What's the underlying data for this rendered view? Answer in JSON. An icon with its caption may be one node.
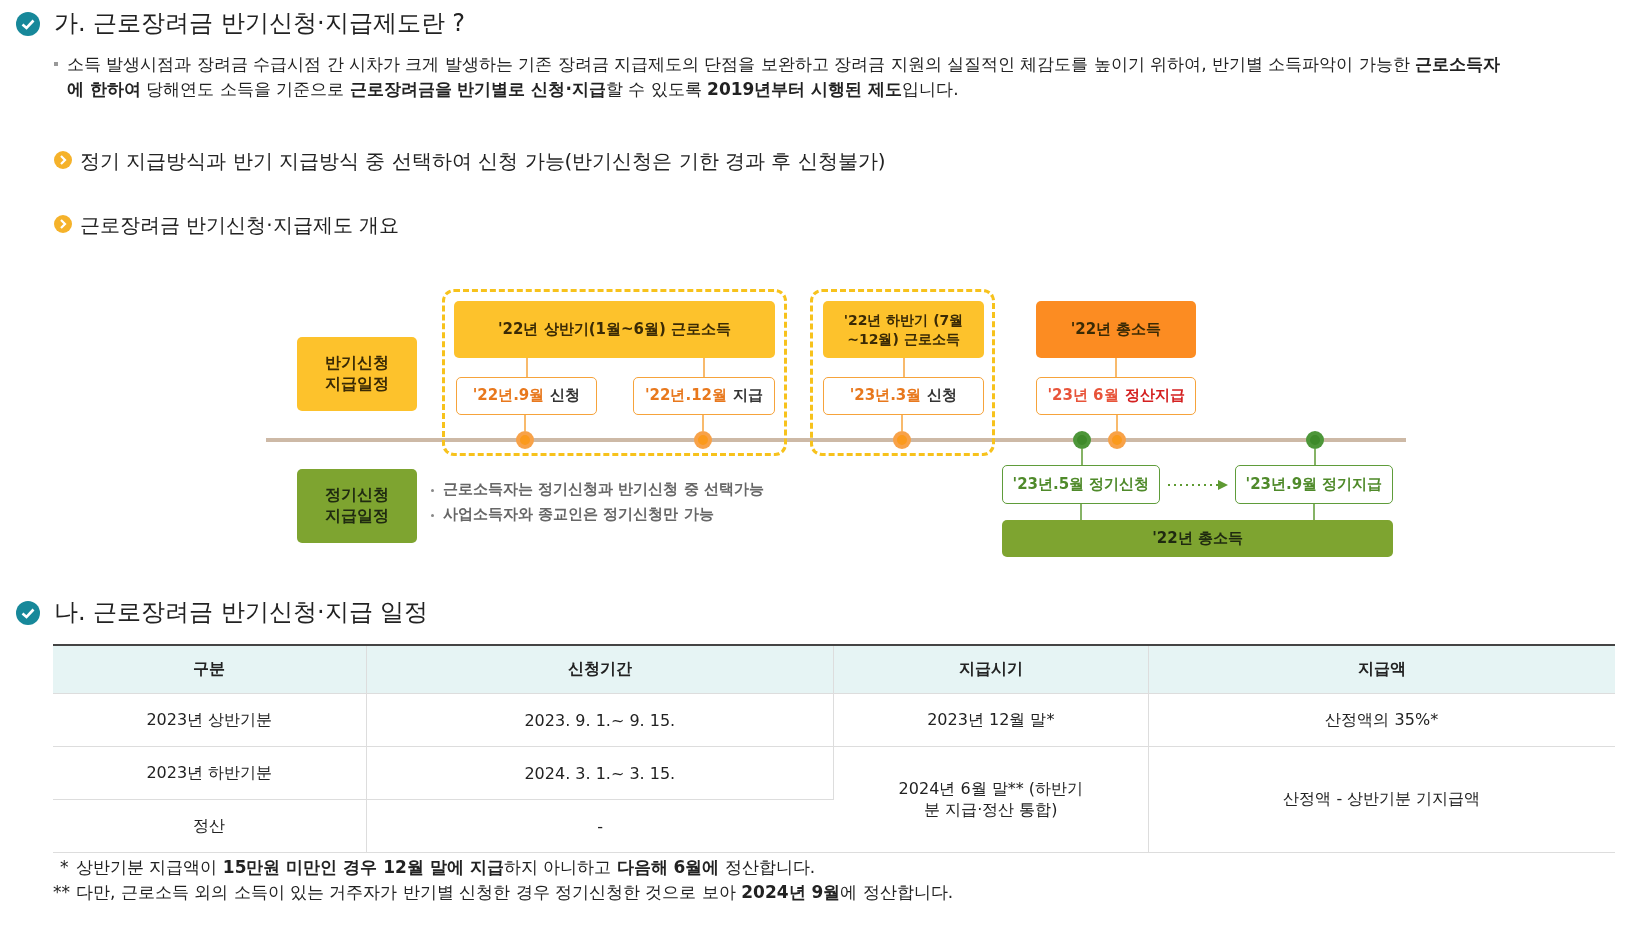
{
  "diagram": {
    "nodes": [
      {
        "text": [
          "반기신청 지급일정"
        ]
      },
      {
        "text": [],
        "shape": "box"
      },
      {
        "text": [
          "'22년 상반기(1월~6월) 근로소득"
        ],
        "in": 1
      },
      {
        "text": [
          "'22년.9월",
          "신청"
        ],
        "in": 1
      },
      {
        "text": [
          "'22년.12월",
          "지급"
        ],
        "in": 1
      },
      {
        "text": [],
        "shape": "box"
      },
      {
        "text": [
          "'22년 하반기 (7월~12월) 근로소득"
        ],
        "in": 5
      },
      {
        "text": [
          "'23년.3월",
          "신청"
        ],
        "in": 5
      },
      {
        "text": [
          "'22년 총소득"
        ]
      },
      {
        "text": [
          "'23년 6월",
          "정산지급"
        ]
      },
      {
        "text": [
          "정기신청 지급일정"
        ]
      },
      {
        "text": [
          "'23년.5월 정기신청"
        ]
      },
      {
        "text": [
          "'23년.9월 정기지급"
        ]
      },
      {
        "text": [
          "'22년 총소득"
        ]
      },
      {
        "text": [],
        "shape": "circle",
        "in": 1
      },
      {
        "text": [],
        "shape": "circle",
        "in": 1
      },
      {
        "text": [],
        "shape": "circle",
        "in": 5
      },
      {
        "text": [],
        "shape": "circle"
      },
      {
        "text": [],
        "shape": "circle"
      },
      {
        "text": [],
        "shape": "circle"
      }
    ],
    "edges": [
      {
        "from": 2,
        "to": 3,
        "arrow": "none"
      },
      {
        "from": 2,
        "to": 4,
        "arrow": "none"
      },
      {
        "from": 3,
        "to": 14,
        "arrow": "none"
      },
      {
        "from": 4,
        "to": 15,
        "arrow": "none"
      },
      {
        "from": 6,
        "to": 7,
        "arrow": "none"
      },
      {
        "from": 7,
        "to": 16,
        "arrow": "none"
      },
      {
        "from": 8,
        "to": 9,
        "arrow": "none"
      },
      {
        "from": 9,
        "to": 18,
        "arrow": "none"
      },
      {
        "from": 17,
        "to": 11,
        "arrow": "none",
        "color": "#5e9a32"
      },
      {
        "from": 11,
        "to": 13,
        "arrow": "none",
        "color": "#5e9a32"
      },
      {
        "from": 19,
        "to": 12,
        "arrow": "none",
        "color": "#5e9a32"
      },
      {
        "from": 12,
        "to": 13,
        "arrow": "none",
        "color": "#5e9a32"
      },
      {
        "from": 11,
        "to": 12,
        "arrow": "to",
        "style": "dashed",
        "color": "#5e9a32"
      }
    ],
    "labels": [
      "가. 근로장려금 반기신청·지급제도란 ?",
      "소득 발생시점과 장려금 수급시점 간 시차가 크게 발생하는 기존 장려금 지급제도의 단점을 보완하고 장려금 지원의 실질적인 체감도를 높이기 위하여, 반기별 소득파악이 가능한 **근로소득자에 한하여** 당해연도 소득을 기준으로 **근로장려금을 반기별로 신청·지급**할 수 있도록 **2019년부터 시행된 제도**입니다.",
      "정기 지급방식과 반기 지급방식 중 선택하여 신청 가능(반기신청은 기한 경과 후 신청불가)",
      "근로장려금 반기신청·지급제도 개요",
      "근로소득자는 정기신청과 반기신청 중 선택가능",
      "사업소득자와 종교인은 정기신청만 가능",
      "나. 근로장려금 반기신청·지급 일정",
      "구분",
      "신청기간",
      "지급시기",
      "지급액",
      "2023년 상반기분",
      "2023. 9. 1.~ 9. 15.",
      "2023년 12월 말*",
      "산정액의 35%*",
      "2023년 하반기분",
      "2024. 3. 1.~ 3. 15.",
      "2024년 6월 말** (하반기분 지급·정산 통합)",
      "산정액 - 상반기분 기지급액",
      "정산",
      "-",
      "*",
      "상반기분 지급액이 **15만원 미만인 경우 12월 말에 지급**하지 아니하고 **다음해 6월에** 정산합니다.",
      "**",
      "다만, 근로소득 외의 소득이 있는 거주자가 반기별 신청한 경우 정기신청한 것으로 보아 **2024년 9월**에 정산합니다."
    ]
  }
}
